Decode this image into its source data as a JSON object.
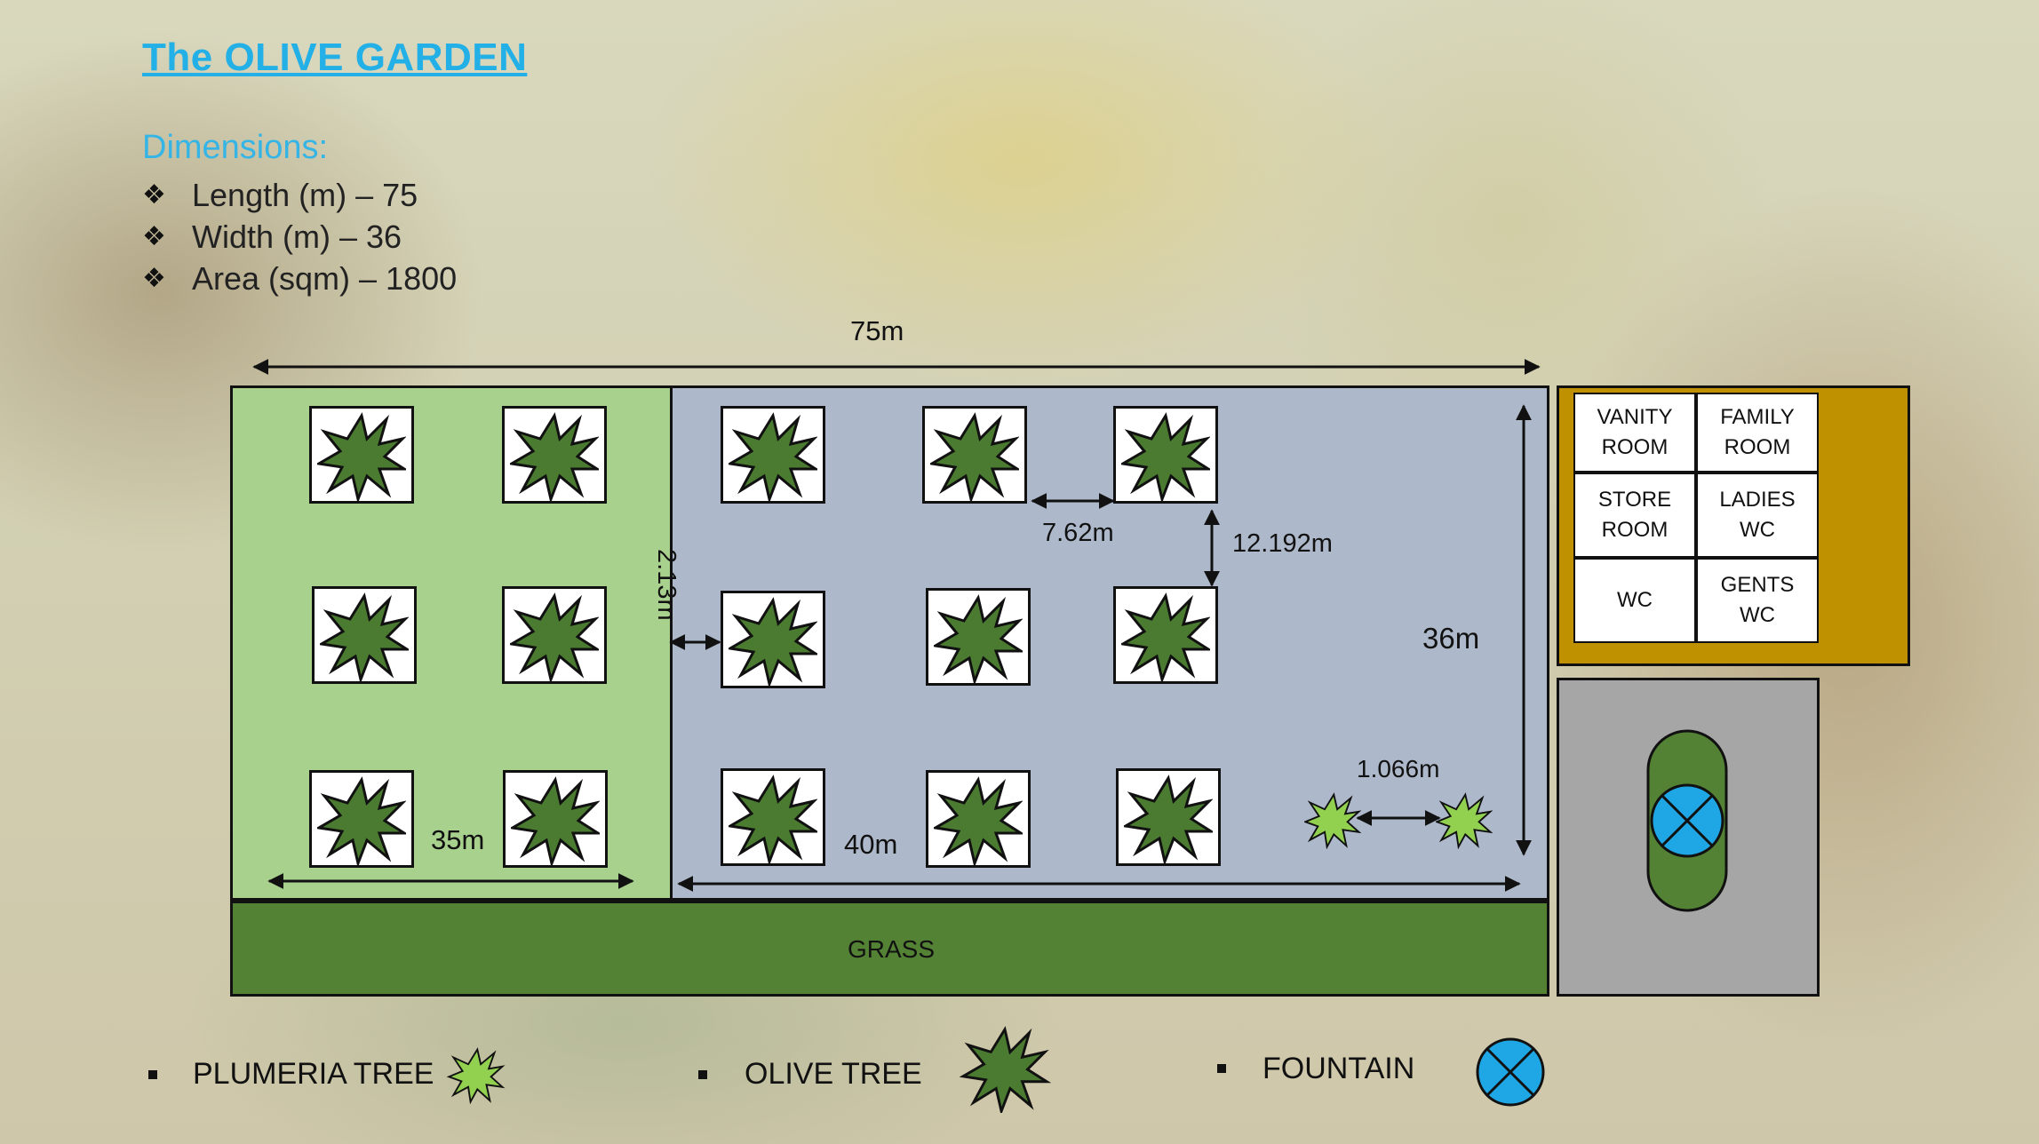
{
  "title": "The OLIVE GARDEN",
  "dimensions": {
    "heading": "Dimensions:",
    "items": [
      "Length (m) – 75",
      "Width (m) – 36",
      "Area (sqm) – 1800"
    ]
  },
  "measurements": {
    "total_length": "75m",
    "width": "36m",
    "left_section": "35m",
    "right_section": "40m",
    "olive_spacing_h": "7.62m",
    "olive_spacing_v": "12.192m",
    "path_gap": "2.13m",
    "plumeria_spacing": "1.066m"
  },
  "grass_label": "GRASS",
  "rooms": [
    {
      "id": "vanity-room",
      "label": "VANITY\nROOM"
    },
    {
      "id": "family-room",
      "label": "FAMILY\nROOM"
    },
    {
      "id": "store-room",
      "label": "STORE\nROOM"
    },
    {
      "id": "ladies-wc",
      "label": "LADIES\nWC"
    },
    {
      "id": "wc",
      "label": "WC"
    },
    {
      "id": "gents-wc",
      "label": "GENTS\nWC"
    }
  ],
  "legend": {
    "plumeria": "PLUMERIA TREE",
    "olive": "OLIVE TREE",
    "fountain": "FOUNTAIN"
  },
  "colors": {
    "light_green": "#a9d18e",
    "blue_gray": "#adb9ca",
    "grass": "#548235",
    "olive_tree": "#4a7b30",
    "plumeria_tree": "#92d050",
    "rooms_bg": "#bf9000",
    "fountain_area": "#a6a6a6",
    "fountain": "#1fa6e5",
    "title": "#22b0e6"
  },
  "icons": [
    "olive-tree-icon",
    "plumeria-tree-icon",
    "fountain-icon",
    "diamond-bullet-icon",
    "square-bullet-icon"
  ]
}
